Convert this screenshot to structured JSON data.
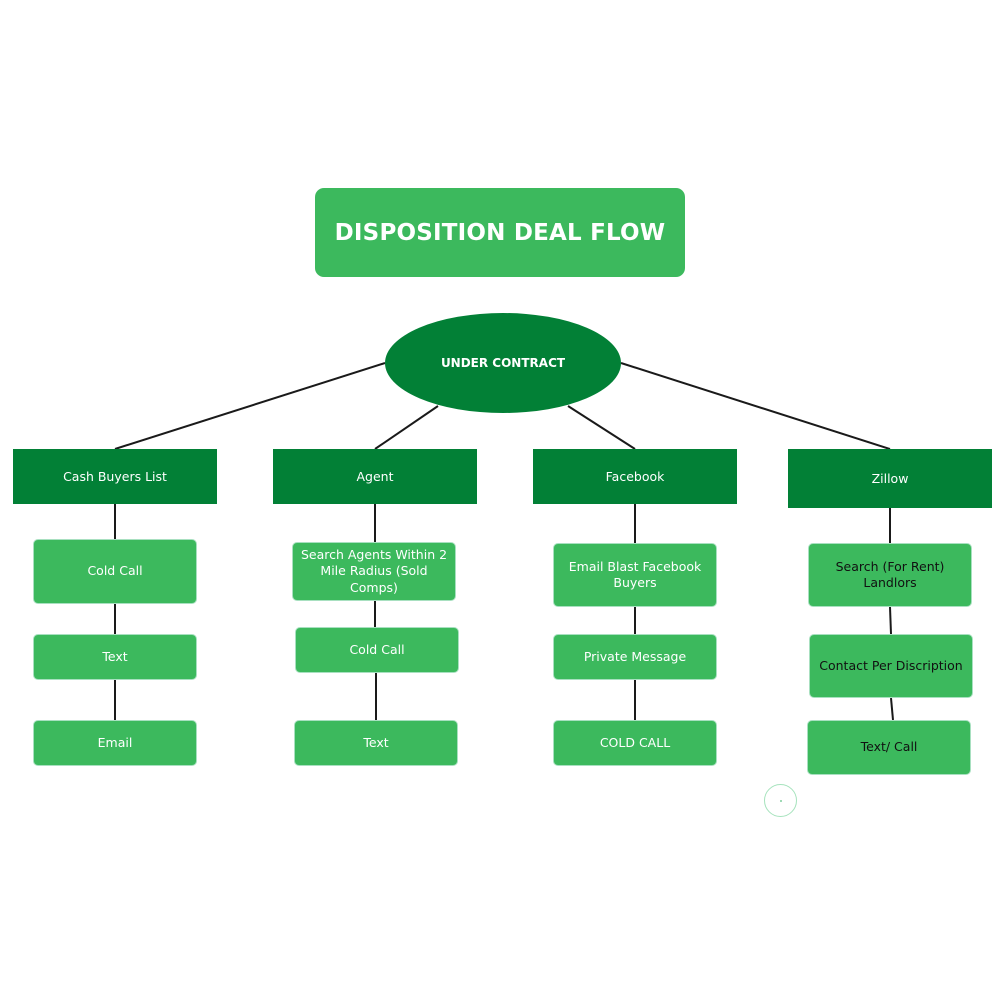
{
  "title": "DISPOSITION DEAL FLOW",
  "root": "UNDER CONTRACT",
  "colors": {
    "title_fill": "#3cb95d",
    "root_fill": "#028036",
    "branch_fill": "#028036",
    "leaf_fill": "#3cb95d",
    "connector": "#1a1a1a"
  },
  "branches": [
    {
      "label": "Cash Buyers List",
      "steps": [
        "Cold Call",
        "Text",
        "Email"
      ]
    },
    {
      "label": "Agent",
      "steps": [
        "Search Agents Within 2 Mile Radius (Sold Comps)",
        "Cold Call",
        "Text"
      ]
    },
    {
      "label": "Facebook",
      "steps": [
        "Email Blast Facebook Buyers",
        "Private Message",
        "COLD CALL"
      ]
    },
    {
      "label": "Zillow",
      "steps": [
        "Search (For Rent) Landlors",
        "Contact Per Discription",
        "Text/ Call"
      ]
    }
  ]
}
